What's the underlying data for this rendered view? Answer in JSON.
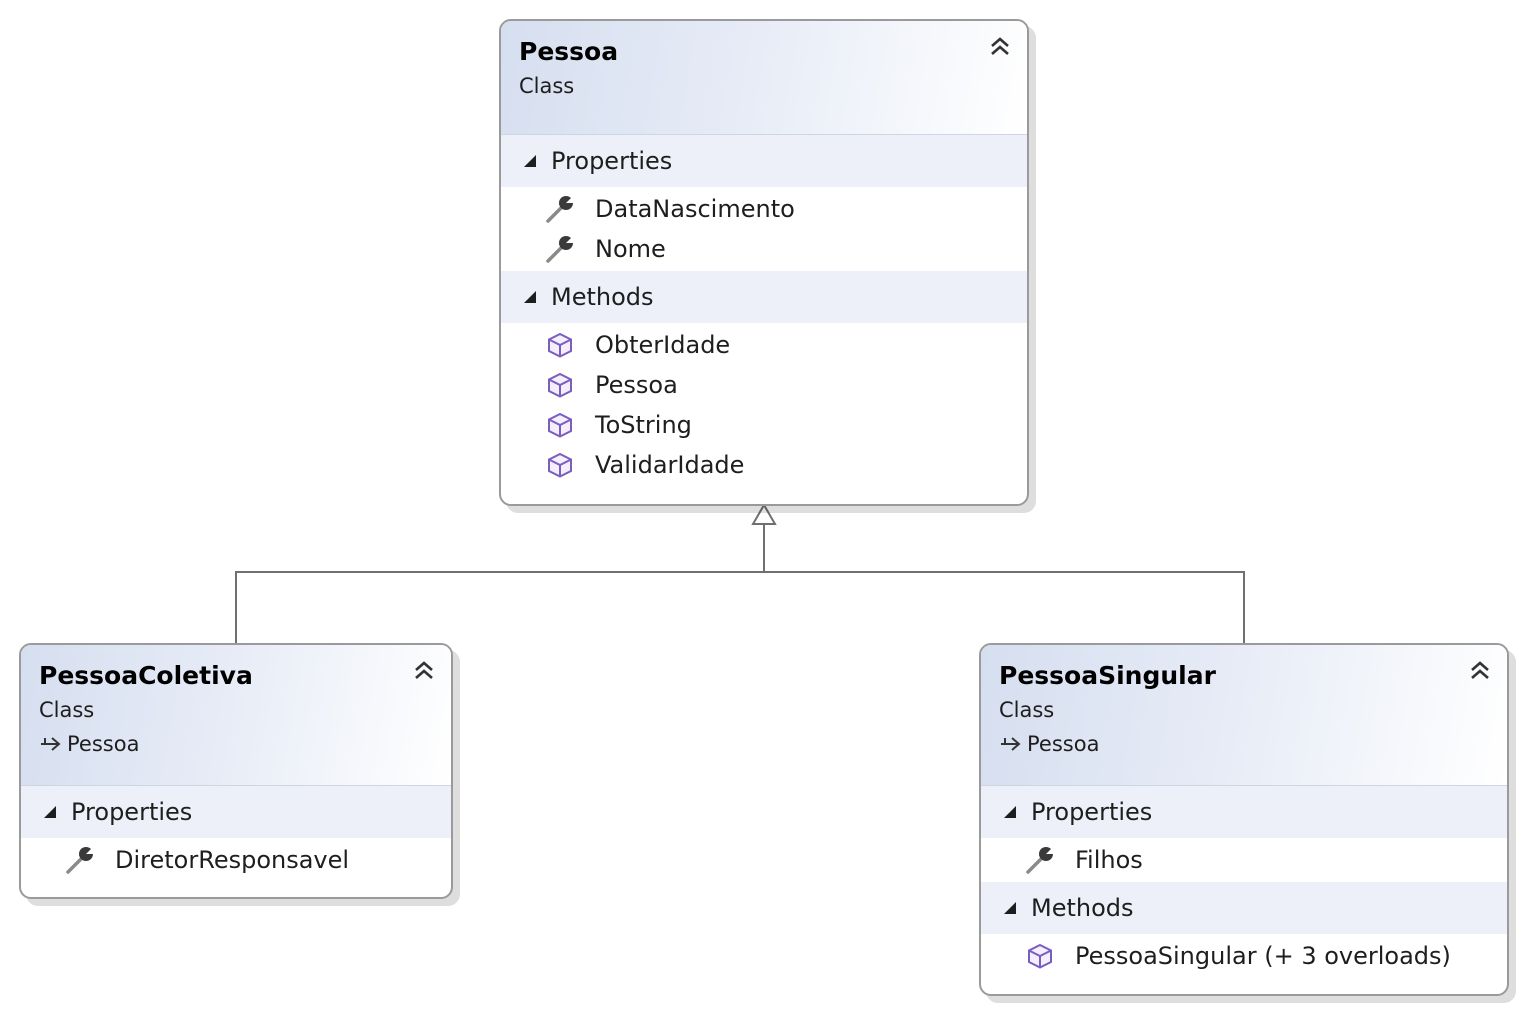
{
  "classes": {
    "pessoa": {
      "name": "Pessoa",
      "kind": "Class",
      "properties_label": "Properties",
      "properties": [
        "DataNascimento",
        "Nome"
      ],
      "methods_label": "Methods",
      "methods": [
        "ObterIdade",
        "Pessoa",
        "ToString",
        "ValidarIdade"
      ]
    },
    "pessoa_coletiva": {
      "name": "PessoaColetiva",
      "kind": "Class",
      "base": "Pessoa",
      "properties_label": "Properties",
      "properties": [
        "DiretorResponsavel"
      ]
    },
    "pessoa_singular": {
      "name": "PessoaSingular",
      "kind": "Class",
      "base": "Pessoa",
      "properties_label": "Properties",
      "properties": [
        "Filhos"
      ],
      "methods_label": "Methods",
      "methods": [
        "PessoaSingular (+ 3 overloads)"
      ]
    }
  },
  "icons": {
    "property": "wrench-icon",
    "method": "cube-icon",
    "collapse": "double-chevron-up-icon",
    "section_toggle": "triangle-expanded-icon",
    "inheritance": "inheritance-arrow-icon"
  },
  "colors": {
    "header_gradient_start": "#d6dff0",
    "section_band": "#edf0f9",
    "method_icon": "#7a5cc2",
    "border": "#9a9a9a",
    "connector": "#707070"
  }
}
